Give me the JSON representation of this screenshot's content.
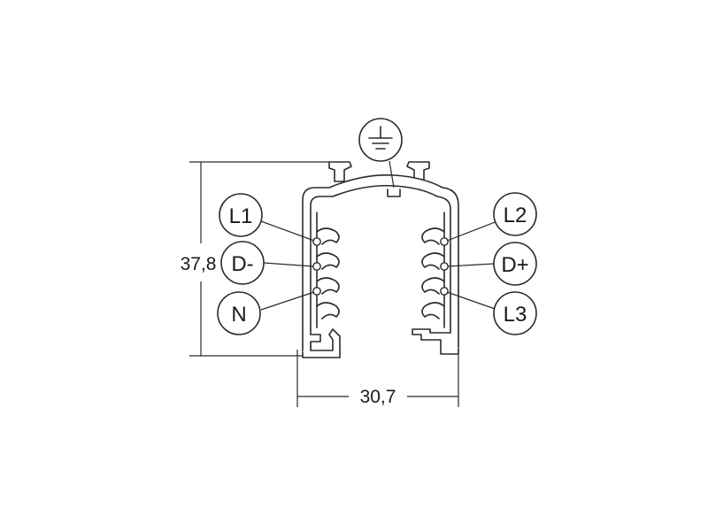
{
  "diagram": {
    "dimensions": {
      "height": "37,8",
      "width": "30,7"
    },
    "conductors": {
      "left": [
        "L1",
        "D-",
        "N"
      ],
      "right": [
        "L2",
        "D+",
        "L3"
      ]
    },
    "ground_icon": "earth-ground-icon",
    "line_color": "#2a2a2a"
  }
}
